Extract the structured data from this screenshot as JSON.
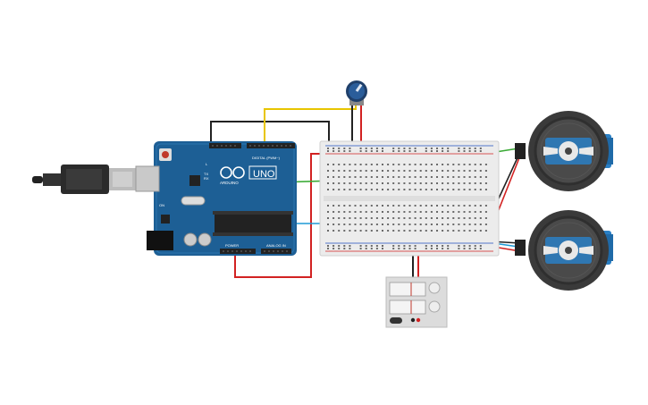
{
  "arduino": {
    "brand": "ARDUINO",
    "model": "UNO",
    "digital_label": "DIGITAL (PWM~)",
    "power_label": "POWER",
    "analog_label": "ANALOG IN",
    "tx_label": "TX",
    "rx_label": "RX",
    "led_label": "L",
    "on_label": "ON"
  },
  "components": [
    "usb-cable",
    "arduino-uno",
    "potentiometer",
    "breadboard",
    "continuous-servo-top",
    "continuous-servo-bottom",
    "battery-pack"
  ],
  "colors": {
    "board": "#1d5f95",
    "wire_black": "#222222",
    "wire_red": "#d22222",
    "wire_yellow": "#e8c500",
    "wire_green": "#3aaa35",
    "wire_blue": "#1f9ad6",
    "breadboard": "#eeeeee",
    "servo_blue": "#2a7fc4",
    "wheel": "#3a3a3a",
    "pot_knob": "#2a5d9a"
  }
}
